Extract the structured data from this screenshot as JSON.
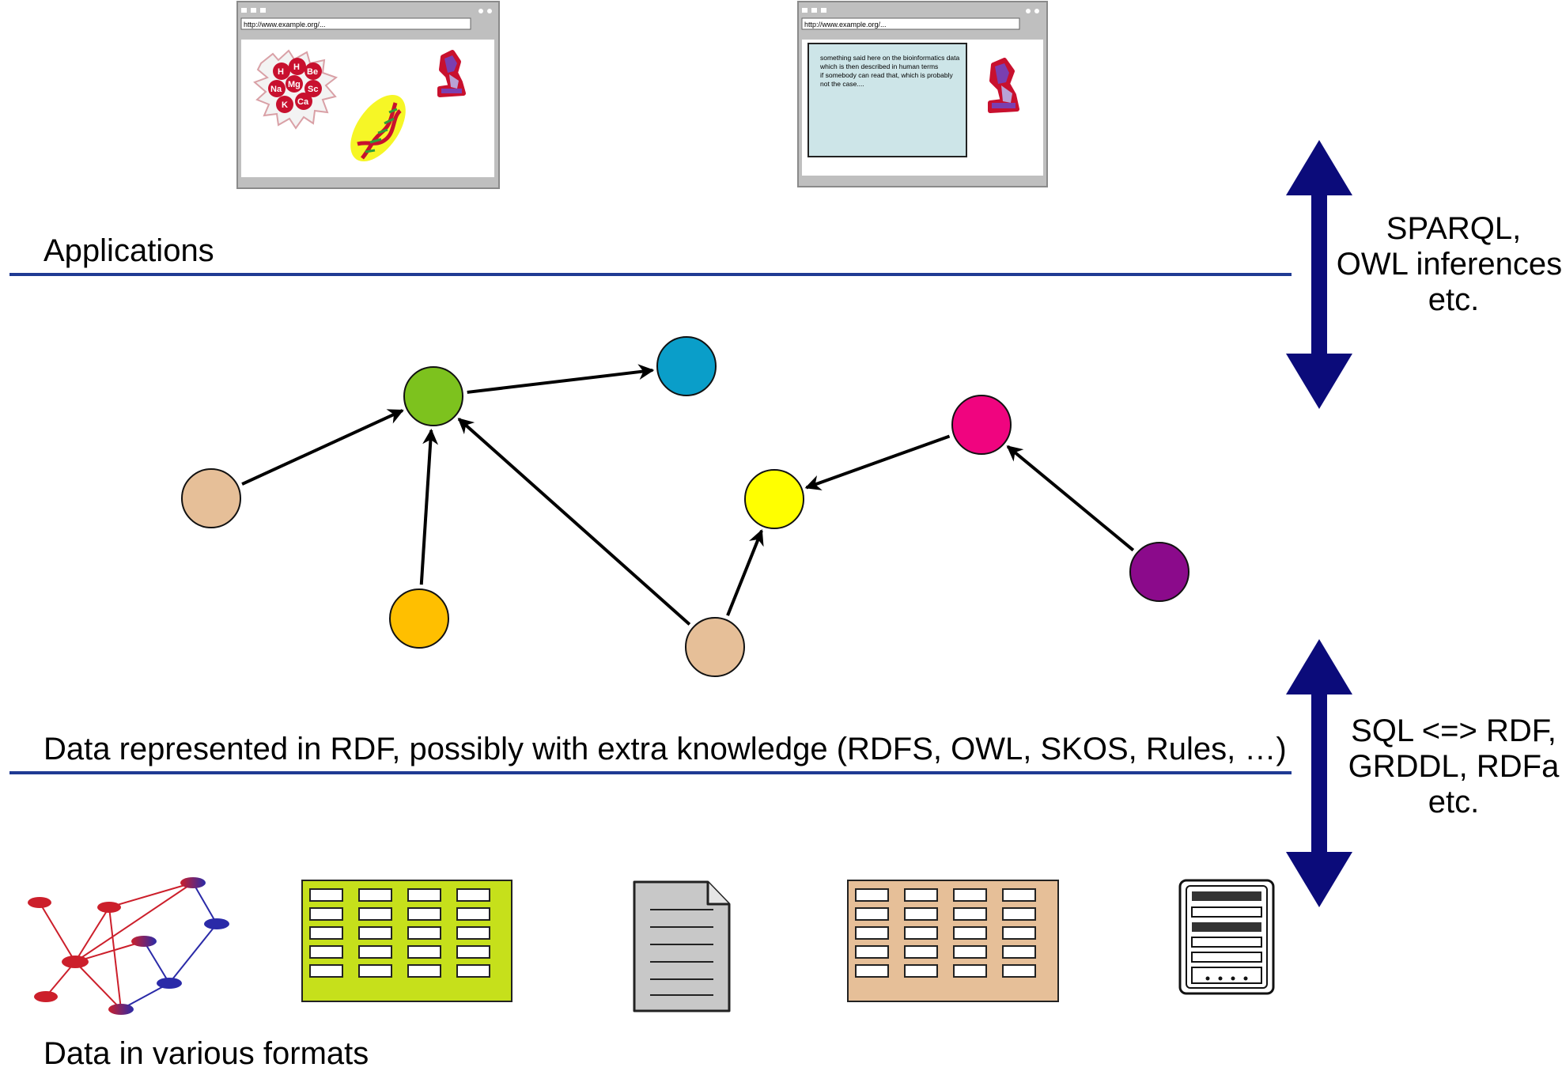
{
  "browser_windows": [
    {
      "url": "http://www.example.org/..."
    },
    {
      "url": "http://www.example.org/...",
      "panel_lines": [
        "something said here on the bioinformatics data",
        "which is then described in human terms",
        "if somebody can read that, which is probably",
        "not the case...."
      ]
    }
  ],
  "periodic_symbols": [
    "H",
    "H",
    "Be",
    "Na",
    "Mg",
    "Sc",
    "K",
    "Ca"
  ],
  "layers": {
    "applications": "Applications",
    "rdf": "Data represented in RDF, possibly with extra knowledge (RDFS, OWL, SKOS, Rules, …)",
    "formats": "Data in various formats"
  },
  "side_notes": {
    "upper": [
      "SPARQL,",
      "OWL inferences,",
      "etc."
    ],
    "lower": [
      "SQL <=> RDF,",
      "GRDDL, RDFa",
      "etc."
    ]
  },
  "colors": {
    "layer_line": "#1f3a93",
    "arrow": "#0b0b7a",
    "node_green": "#7dc21e",
    "node_blue": "#0a9ec9",
    "node_tan": "#e6bf98",
    "node_orange": "#ffbf00",
    "node_yellow": "#ffff00",
    "node_magenta": "#f0047f",
    "node_purple": "#8b0a8b",
    "table_green": "#c6e01b",
    "table_tan": "#e6bf98",
    "panel_blue": "#cde5e8"
  },
  "graph": {
    "nodes": [
      {
        "id": "green",
        "color": "node_green"
      },
      {
        "id": "blue",
        "color": "node_blue"
      },
      {
        "id": "tan-left",
        "color": "node_tan"
      },
      {
        "id": "orange",
        "color": "node_orange"
      },
      {
        "id": "yellow",
        "color": "node_yellow"
      },
      {
        "id": "magenta",
        "color": "node_magenta"
      },
      {
        "id": "tan-bottom",
        "color": "node_tan"
      },
      {
        "id": "purple",
        "color": "node_purple"
      }
    ],
    "edges": [
      {
        "from": "tan-left",
        "to": "green"
      },
      {
        "from": "orange",
        "to": "green"
      },
      {
        "from": "tan-bottom",
        "to": "green"
      },
      {
        "from": "green",
        "to": "blue"
      },
      {
        "from": "tan-bottom",
        "to": "yellow"
      },
      {
        "from": "magenta",
        "to": "yellow"
      },
      {
        "from": "purple",
        "to": "magenta"
      }
    ]
  },
  "format_icons": [
    "network-graph-icon",
    "green-table-icon",
    "document-icon",
    "tan-table-icon",
    "form-icon"
  ]
}
